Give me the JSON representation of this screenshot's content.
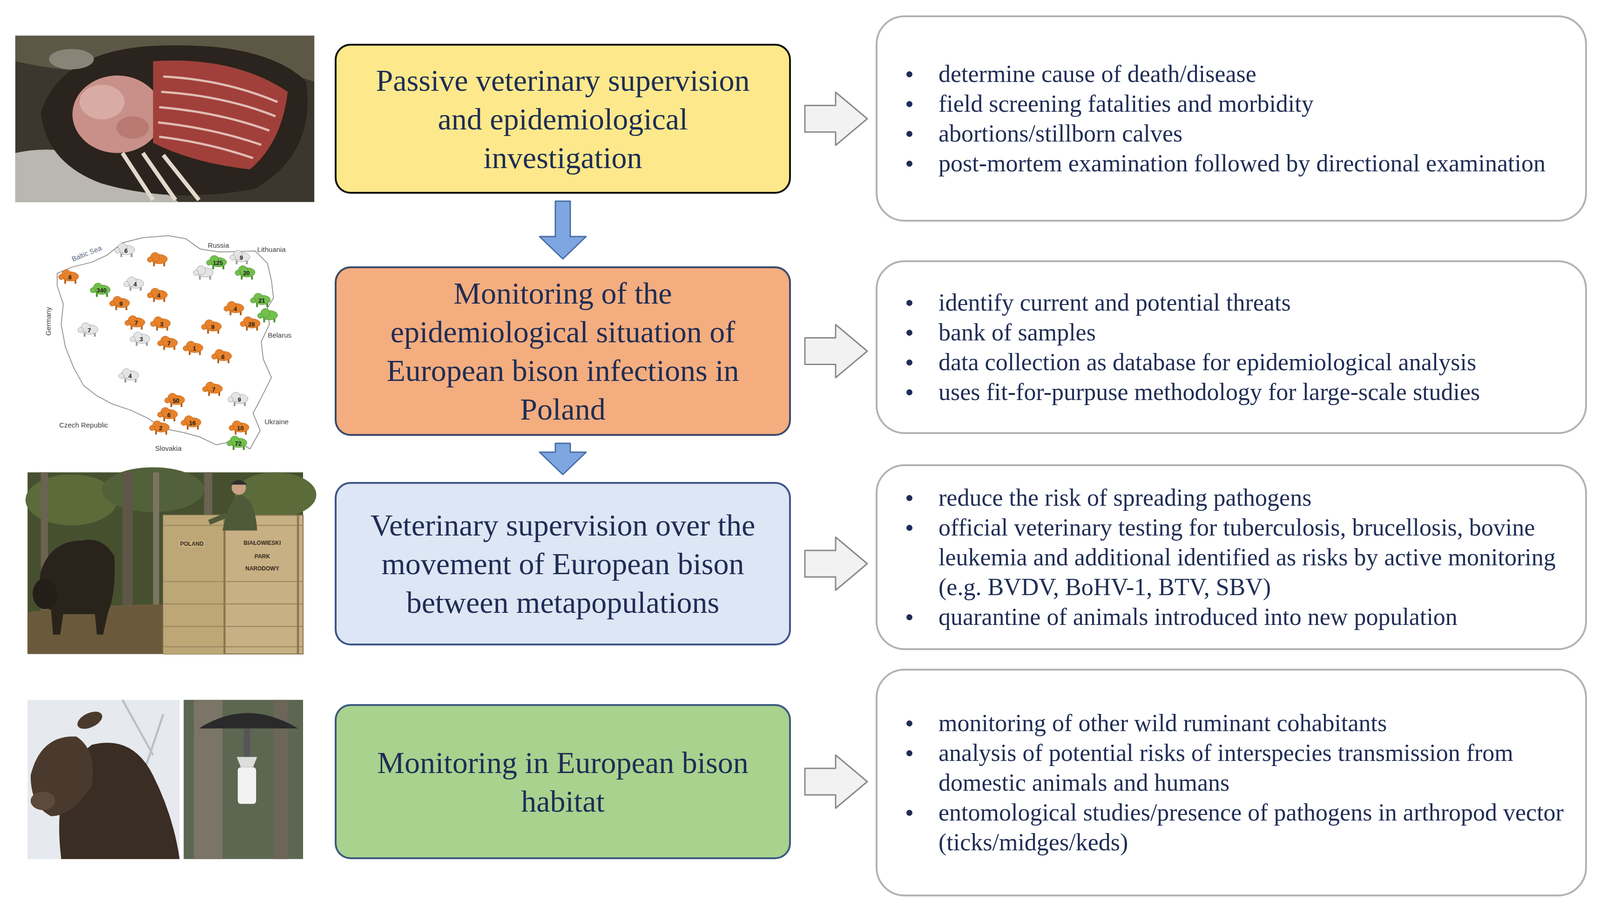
{
  "diagram": {
    "nodes": [
      {
        "text": [
          "Passive veterinary supervision and epidemiological investigation"
        ]
      },
      {
        "text": [
          "determine cause of death/disease",
          "field screening fatalities and morbidity",
          "abortions/stillborn calves",
          "post-mortem examination followed by directional examination"
        ]
      },
      {
        "text": [
          "Monitoring of the epidemiological situation of European bison infections in Poland"
        ]
      },
      {
        "text": [
          "identify current and potential threats",
          "bank of samples",
          "data collection as database for epidemiological analysis",
          "uses fit-for-purpuse methodology for large-scale studies"
        ]
      },
      {
        "text": [
          "Veterinary supervision over the movement of European bison between metapopulations"
        ]
      },
      {
        "text": [
          "reduce the risk of spreading pathogens",
          "official veterinary testing for tuberculosis, brucellosis, bovine leukemia and additional identified as risks by active monitoring (e.g. BVDV, BoHV-1, BTV, SBV)",
          "quarantine of animals introduced into new population"
        ]
      },
      {
        "text": [
          "Monitoring in European bison habitat"
        ]
      },
      {
        "text": [
          "monitoring of other wild ruminant cohabitants",
          "analysis of potential risks of interspecies transmission from domestic animals and humans",
          "entomological studies/presence of pathogens in arthropod vector (ticks/midges/keds)"
        ]
      }
    ],
    "edges": [
      {
        "from": 0,
        "to": 1,
        "arrow": "to"
      },
      {
        "from": 0,
        "to": 2,
        "arrow": "to"
      },
      {
        "from": 2,
        "to": 3,
        "arrow": "to"
      },
      {
        "from": 2,
        "to": 4,
        "arrow": "to"
      },
      {
        "from": 4,
        "to": 5,
        "arrow": "to"
      },
      {
        "from": 6,
        "to": 7,
        "arrow": "to"
      }
    ],
    "labels": [
      "Baltic Sea",
      "Russia",
      "Lithuania",
      "Germany",
      "Belarus",
      "Czech Republic",
      "Slovakia",
      "Ukraine",
      "6",
      "125",
      "9",
      "20",
      "8",
      "340",
      "4",
      "9",
      "4",
      "21",
      "4",
      "7",
      "7",
      "3",
      "9",
      "28",
      "3",
      "7",
      "1",
      "6",
      "4",
      "7",
      "50",
      "9",
      "6",
      "2",
      "16",
      "10",
      "72",
      "POLAND",
      "BIAŁOWIESKI",
      "PARK",
      "NARODOWY"
    ]
  }
}
